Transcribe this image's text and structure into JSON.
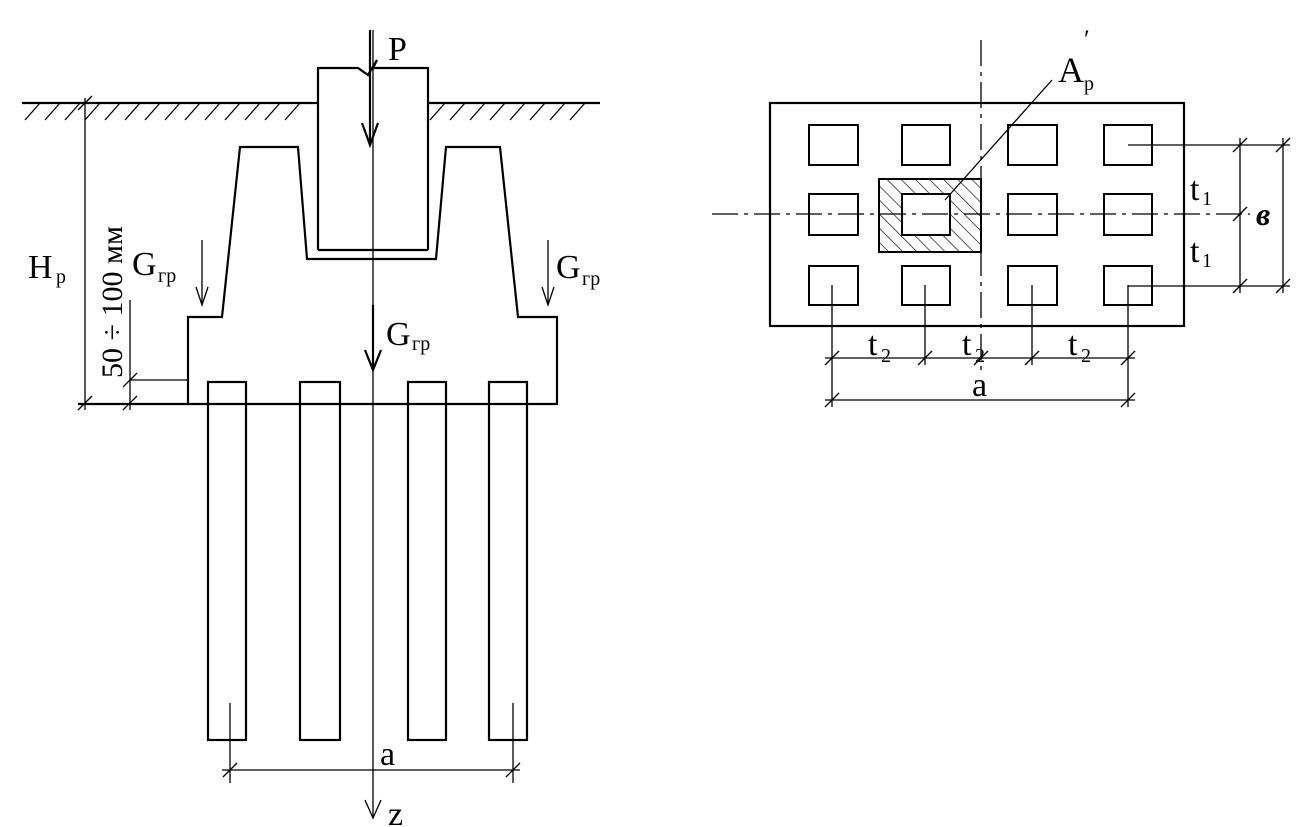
{
  "left_view": {
    "load_label": "P",
    "depth_label": "Hp",
    "clearance_label": "50 ÷ 100 мм",
    "soil_weight_left": "Gгр",
    "soil_weight_right": "Gгр",
    "soil_weight_center": "Gгр",
    "width_label": "a",
    "axis_label": "z"
  },
  "plan_view": {
    "area_label": "A′p",
    "spacing_t1_upper": "t1",
    "spacing_t1_lower": "t1",
    "width_label": "в",
    "spacing_t2_left": "t2",
    "spacing_t2_mid": "t2",
    "spacing_t2_right": "t2",
    "length_label": "a"
  }
}
